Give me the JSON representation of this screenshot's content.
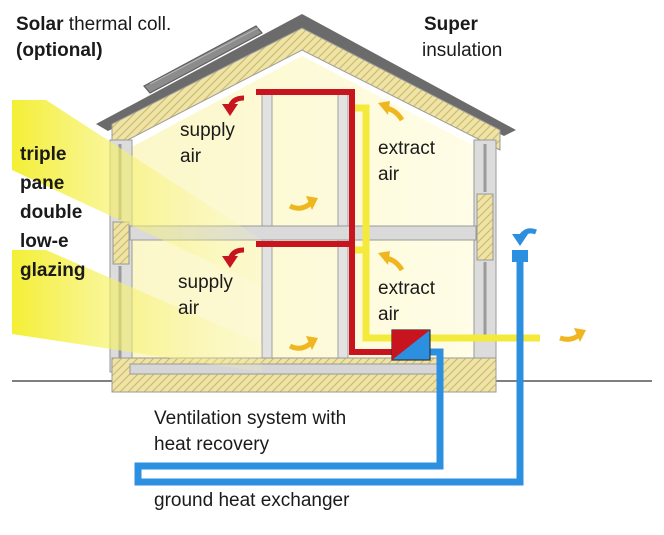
{
  "labels": {
    "solar_line1_bold": "Solar",
    "solar_line1_rest": " thermal coll.",
    "solar_line2": "(optional)",
    "super_line1": "Super",
    "super_line2": "insulation",
    "glazing_lines": [
      "triple",
      "pane",
      "double",
      "low-e",
      "glazing"
    ],
    "supply_upper": [
      "supply",
      "air"
    ],
    "supply_lower": [
      "supply",
      "air"
    ],
    "extract_upper": [
      "extract",
      "air"
    ],
    "extract_lower": [
      "extract",
      "air"
    ],
    "ventilation": [
      "Ventilation system with",
      "heat recovery"
    ],
    "ground": "ground heat exchanger"
  },
  "colors": {
    "supply_duct": "#c8141e",
    "ground_pipe": "#2d8fe0",
    "extract_flow": "#f4ea3c",
    "insulation": "#efe3a6",
    "sunlight": "#f6f25a",
    "frame_wall": "#8a8a8a"
  },
  "icons": [
    "solar-collector-icon",
    "heat-recovery-unit-icon",
    "air-intake-icon",
    "flow-arrow-icon"
  ]
}
